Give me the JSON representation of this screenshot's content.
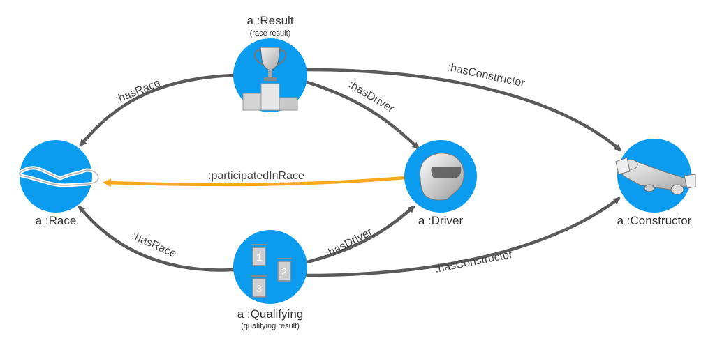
{
  "colors": {
    "node": "#0b9cf0",
    "edge": "#5a5a5a",
    "highlight_edge": "#f7a81b",
    "text": "#333333"
  },
  "nodes": {
    "result": {
      "label": "a :Result",
      "sublabel": "(race result)",
      "icon": "trophy-podium-icon"
    },
    "race": {
      "label": "a :Race",
      "icon": "race-track-icon"
    },
    "driver": {
      "label": "a :Driver",
      "icon": "helmet-icon"
    },
    "constructor": {
      "label": "a :Constructor",
      "icon": "race-car-icon"
    },
    "qualifying": {
      "label": "a :Qualifying",
      "sublabel": "(qualifying result)",
      "icon": "qualifying-grid-icon",
      "grid_numbers": [
        "1",
        "2",
        "3"
      ]
    }
  },
  "edges": {
    "result_race": ":hasRace",
    "result_driver": ":hasDriver",
    "result_constructor": ":hasConstructor",
    "driver_race": ":participatedInRace",
    "qualifying_race": ":hasRace",
    "qualifying_driver": ":hasDriver",
    "qualifying_constructor": ":hasConstructor"
  }
}
